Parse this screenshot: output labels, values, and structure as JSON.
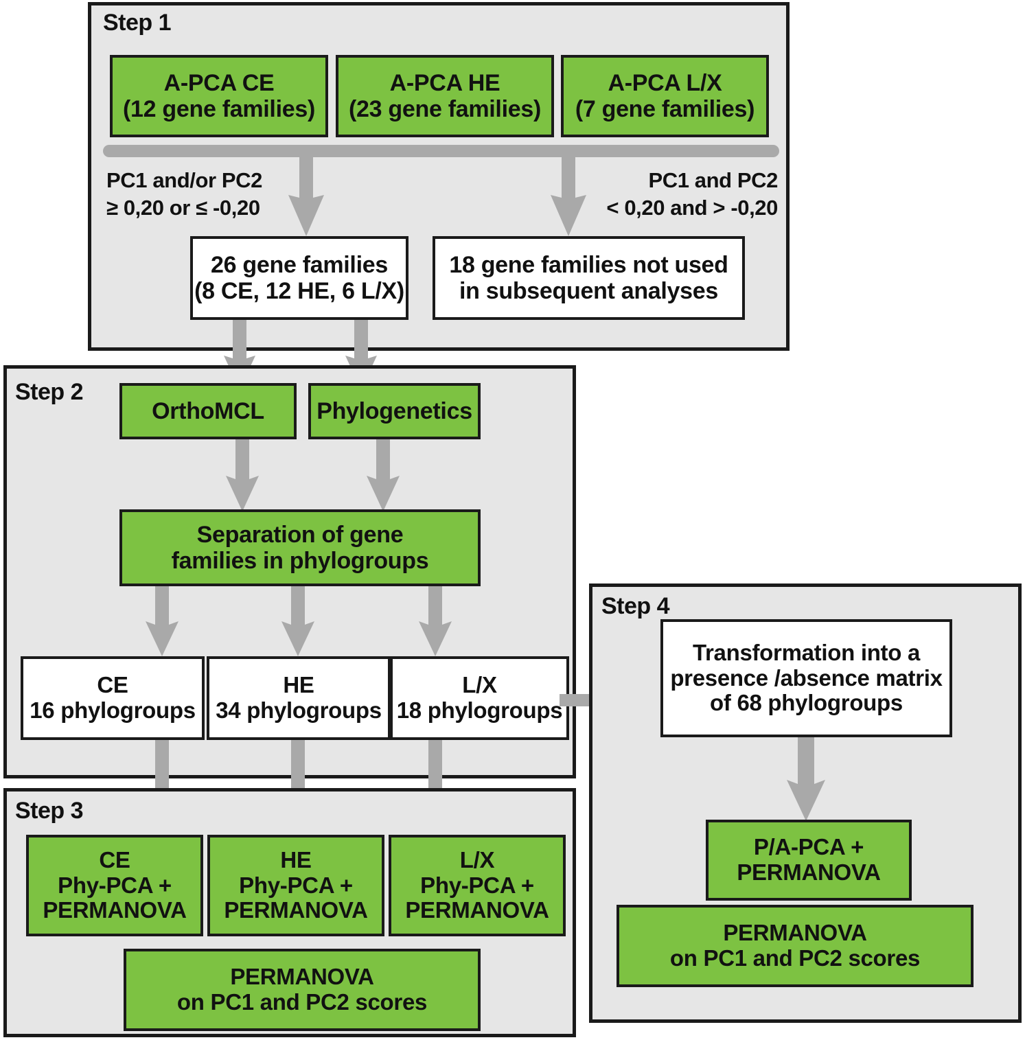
{
  "colors": {
    "green": "#7dc242",
    "panel_bg": "#e6e6e6",
    "arrow_gray": "#a9a9a9",
    "border": "#1a1a1a",
    "white": "#ffffff"
  },
  "steps": {
    "step1": {
      "label": "Step 1"
    },
    "step2": {
      "label": "Step 2"
    },
    "step3": {
      "label": "Step 3"
    },
    "step4": {
      "label": "Step 4"
    }
  },
  "step1": {
    "apca_ce": {
      "line1": "A-PCA CE",
      "line2": "(12 gene families)"
    },
    "apca_he": {
      "line1": "A-PCA HE",
      "line2": "(23 gene families)"
    },
    "apca_lx": {
      "line1": "A-PCA L/X",
      "line2": "(7 gene families)"
    },
    "edge_left": {
      "line1": "PC1 and/or PC2",
      "line2": "≥ 0,20 or ≤ -0,20"
    },
    "edge_right": {
      "line1": "PC1 and PC2",
      "line2": "< 0,20 and > -0,20"
    },
    "kept_box": {
      "line1": "26 gene families",
      "line2": "(8 CE, 12 HE, 6 L/X)"
    },
    "discarded_box": {
      "line1": "18 gene families not used",
      "line2": "in subsequent analyses"
    }
  },
  "step2": {
    "orthomcl": {
      "line1": "OrthoMCL"
    },
    "phylogenetics": {
      "line1": "Phylogenetics"
    },
    "separation": {
      "line1": "Separation of gene",
      "line2": "families in phylogroups"
    },
    "ce": {
      "line1": "CE",
      "line2": "16 phylogroups"
    },
    "he": {
      "line1": "HE",
      "line2": "34 phylogroups"
    },
    "lx": {
      "line1": "L/X",
      "line2": "18 phylogroups"
    }
  },
  "step3": {
    "ce": {
      "line1": "CE",
      "line2": "Phy-PCA +",
      "line3": "PERMANOVA"
    },
    "he": {
      "line1": "HE",
      "line2": "Phy-PCA +",
      "line3": "PERMANOVA"
    },
    "lx": {
      "line1": "L/X",
      "line2": "Phy-PCA +",
      "line3": "PERMANOVA"
    },
    "permanova": {
      "line1": "PERMANOVA",
      "line2": "on PC1 and PC2 scores"
    }
  },
  "step4": {
    "transformation": {
      "line1": "Transformation into a",
      "line2": "presence /absence matrix",
      "line3": "of 68 phylogroups"
    },
    "papca": {
      "line1": "P/A-PCA +",
      "line2": "PERMANOVA"
    },
    "permanova": {
      "line1": "PERMANOVA",
      "line2": "on PC1 and PC2 scores"
    }
  }
}
